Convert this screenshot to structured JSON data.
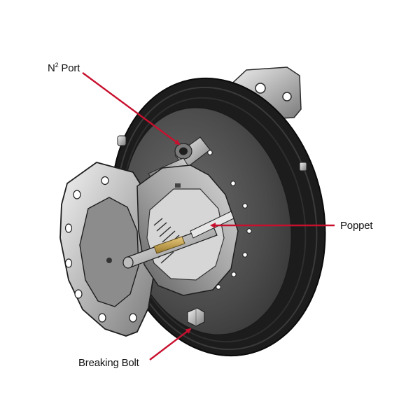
{
  "labels": {
    "n2_port": {
      "prefix": "N",
      "superscript": "2",
      "suffix": " Port"
    },
    "poppet": "Poppet",
    "breaking_bolt": "Breaking Bolt"
  },
  "colors": {
    "arrow": "#c8102e",
    "background": "#ffffff",
    "rubber": "#1c1c1c",
    "disc": "#4a4a4a",
    "steel_light": "#e2e2e2",
    "steel_dark": "#6e6e6e"
  }
}
